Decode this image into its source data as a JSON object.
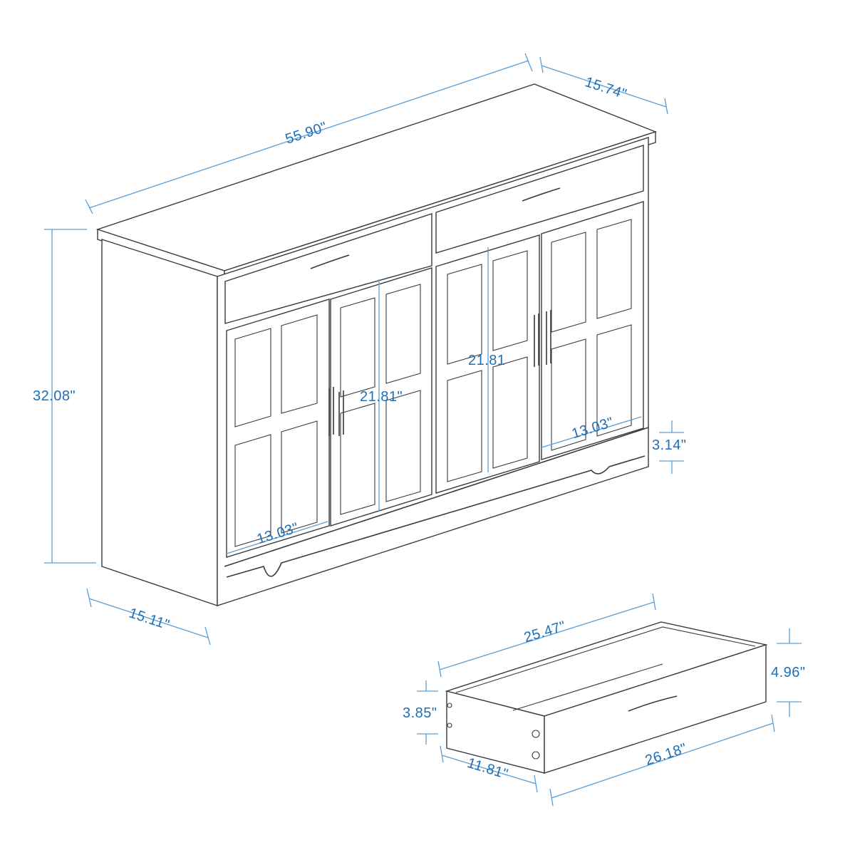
{
  "diagram": {
    "subject": "sideboard-cabinet-dimensions",
    "dimension_color": "#1f6fb5",
    "line_color": "#3a3a3a",
    "cabinet": {
      "width": "55.90\"",
      "depth_top": "15.74\"",
      "height": "32.08\"",
      "depth_bottom": "15.11\"",
      "door_height_left": "21.81\"",
      "door_height_right": "21.81",
      "door_width_left": "13.03\"",
      "door_width_right": "13.03\"",
      "base_height": "3.14\""
    },
    "drawer": {
      "inner_length": "25.47\"",
      "front_height": "4.96\"",
      "side_height": "3.85\"",
      "depth": "11.81\"",
      "front_length": "26.18\""
    }
  }
}
